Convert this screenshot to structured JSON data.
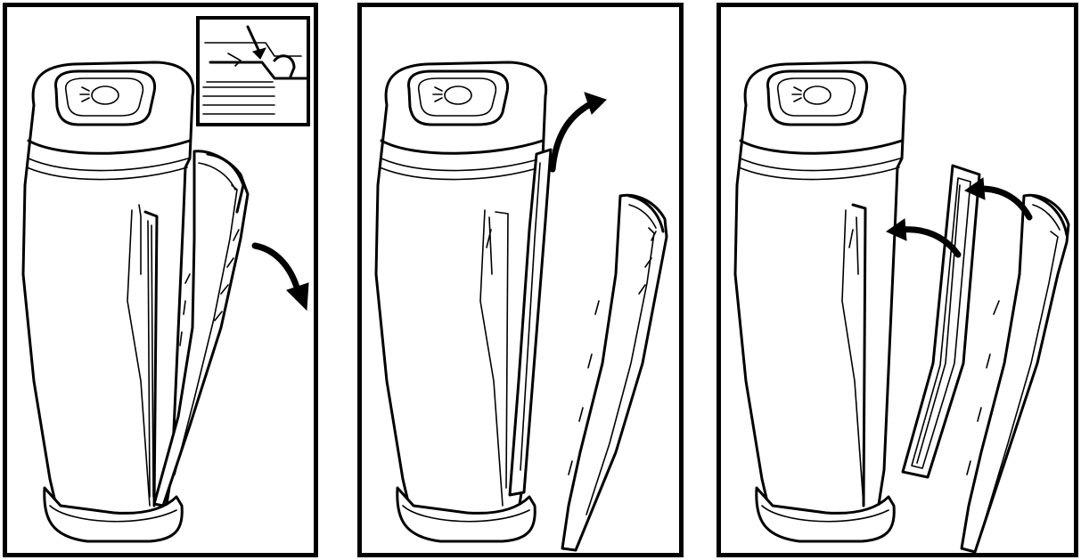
{
  "figure": {
    "kind": "filter-replacement-steps",
    "steps": [
      {
        "step": 1,
        "action": "release-and-tilt-back-panel",
        "arrow_direction": "down-right",
        "has_inset_detail": true
      },
      {
        "step": 2,
        "action": "lift-out-pre-filter",
        "arrow_direction": "up-right",
        "has_inset_detail": false
      },
      {
        "step": 3,
        "action": "insert-new-filters",
        "arrow_direction": "left",
        "has_inset_detail": false
      }
    ],
    "colors": {
      "line": "#000000",
      "background": "#ffffff"
    }
  }
}
